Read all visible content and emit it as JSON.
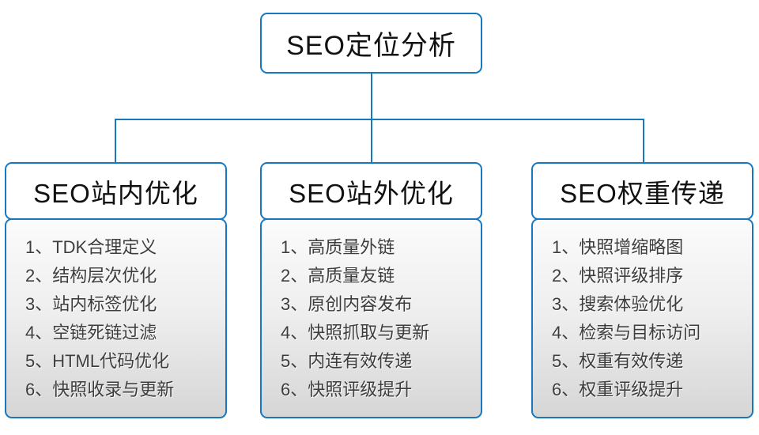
{
  "diagram": {
    "root": {
      "title": "SEO定位分析"
    },
    "columns": [
      {
        "title": "SEO站内优化",
        "items": [
          "1、TDK合理定义",
          "2、结构层次优化",
          "3、站内标签优化",
          "4、空链死链过滤",
          "5、HTML代码优化",
          "6、快照收录与更新"
        ]
      },
      {
        "title": "SEO站外优化",
        "items": [
          "1、高质量外链",
          "2、高质量友链",
          "3、原创内容发布",
          "4、快照抓取与更新",
          "5、内连有效传递",
          "6、快照评级提升"
        ]
      },
      {
        "title": "SEO权重传递",
        "items": [
          "1、快照增缩略图",
          "2、快照评级排序",
          "3、搜索体验优化",
          "4、检索与目标访问",
          "5、权重有效传递",
          "6、权重评级提升"
        ]
      }
    ]
  },
  "colors": {
    "accent": "#1778c0",
    "header_background": "#ffffff",
    "body_gradient_top": "#fbfbfb",
    "body_gradient_bottom": "#d6d6d6",
    "title_text": "#111111",
    "item_text": "#3d3d3d"
  }
}
